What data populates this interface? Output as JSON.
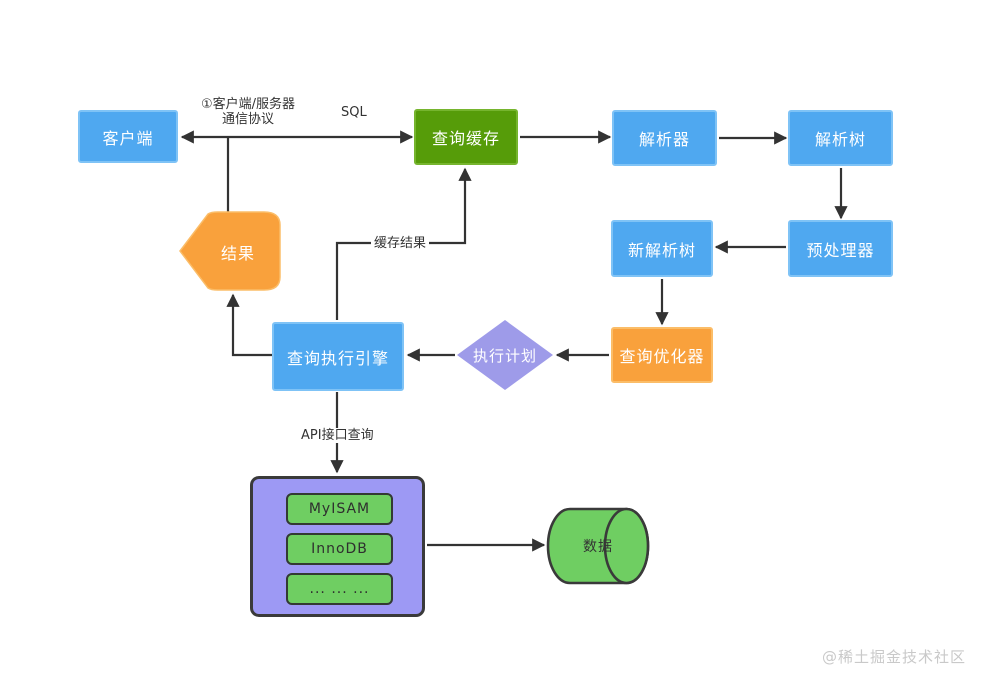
{
  "diagram": {
    "nodes": {
      "client": {
        "label": "客户端"
      },
      "query_cache": {
        "label": "查询缓存"
      },
      "parser": {
        "label": "解析器"
      },
      "parse_tree": {
        "label": "解析树"
      },
      "preprocessor": {
        "label": "预处理器"
      },
      "new_parse_tree": {
        "label": "新解析树"
      },
      "query_optimizer": {
        "label": "查询优化器"
      },
      "execution_plan": {
        "label": "执行计划"
      },
      "query_execution_engine": {
        "label": "查询执行引擎"
      },
      "result": {
        "label": "结果"
      },
      "data_store": {
        "label": "数据"
      },
      "storage_engines": {
        "items": [
          {
            "label": "MyISAM"
          },
          {
            "label": "InnoDB"
          },
          {
            "label": "... ... ..."
          }
        ]
      }
    },
    "edge_labels": {
      "protocol_line1": "①客户端/服务器",
      "protocol_line2": "通信协议",
      "sql": "SQL",
      "cache_result": "缓存结果",
      "api_query": "API接口查询"
    },
    "colors": {
      "node_blue": "#4fa8f0",
      "node_green_dark": "#569c09",
      "node_orange": "#f9a13c",
      "diamond_purple": "#9e9be9",
      "container_purple": "#9d99f4",
      "engine_green": "#6fce62",
      "line_dark": "#333333",
      "watermark_gray": "#c9c9c9"
    }
  },
  "watermark": "@稀土掘金技术社区"
}
